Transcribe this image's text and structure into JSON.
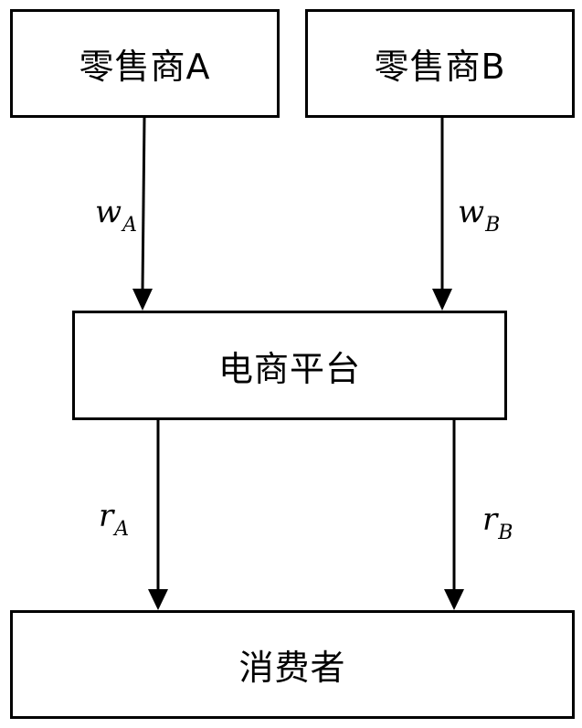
{
  "nodes": {
    "retailer_a": "零售商A",
    "retailer_b": "零售商B",
    "platform": "电商平台",
    "consumer": "消费者"
  },
  "edges": {
    "w_a": {
      "base": "w",
      "sub": "A",
      "from": "retailer_a",
      "to": "platform"
    },
    "w_b": {
      "base": "w",
      "sub": "B",
      "from": "retailer_b",
      "to": "platform"
    },
    "r_a": {
      "base": "r",
      "sub": "A",
      "from": "platform",
      "to": "consumer"
    },
    "r_b": {
      "base": "r",
      "sub": "B",
      "from": "platform",
      "to": "consumer"
    }
  },
  "colors": {
    "line": "#000000",
    "box_fill": "#ffffff"
  }
}
